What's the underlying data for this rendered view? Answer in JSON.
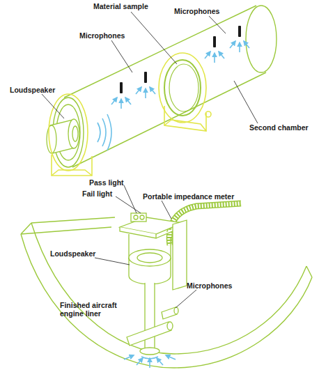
{
  "diagram": {
    "labels": [
      "Material sample",
      "Microphones",
      "Microphones",
      "Loudspeaker",
      "Second chamber",
      "Pass light",
      "Fail light",
      "Portable impedance meter",
      "Loudspeaker",
      "Microphones",
      "Finished aircraft engine liner"
    ]
  }
}
